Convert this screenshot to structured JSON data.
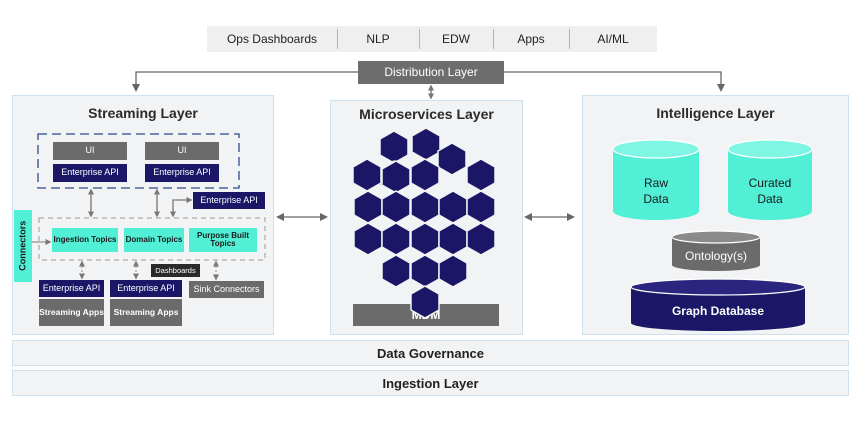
{
  "top_tabs": [
    "Ops Dashboards",
    "NLP",
    "EDW",
    "Apps",
    "AI/ML"
  ],
  "distribution": {
    "label": "Distribution Layer"
  },
  "streaming": {
    "title": "Streaming Layer",
    "ui_1": "UI",
    "ui_2": "UI",
    "api_1": "Enterprise API",
    "api_2": "Enterprise API",
    "api_3": "Enterprise API",
    "connectors": "Connectors",
    "ingestion_topics": "Ingestion Topics",
    "domain_topics": "Domain Topics",
    "purpose_built_topics": "Purpose Built Topics",
    "dashboards": "Dashboards",
    "api_bottom_1": "Enterprise API",
    "api_bottom_2": "Enterprise API",
    "streaming_apps_1": "Streaming Apps",
    "streaming_apps_2": "Streaming Apps",
    "sink_connectors": "Sink Connectors"
  },
  "microservices": {
    "title": "Microservices Layer",
    "mdm": "MDM"
  },
  "intelligence": {
    "title": "Intelligence Layer",
    "raw_data_1": "Raw",
    "raw_data_2": "Data",
    "curated_data_1": "Curated",
    "curated_data_2": "Data",
    "ontology": "Ontology(s)",
    "graph_database": "Graph Database"
  },
  "bars": {
    "data_governance": "Data Governance",
    "ingestion_layer": "Ingestion Layer"
  },
  "colors": {
    "navy": "#1b1666",
    "teal": "#52efd7",
    "gray": "#6b6b6b",
    "panel": "#f2f3f4",
    "border": "#cfe1ec"
  }
}
